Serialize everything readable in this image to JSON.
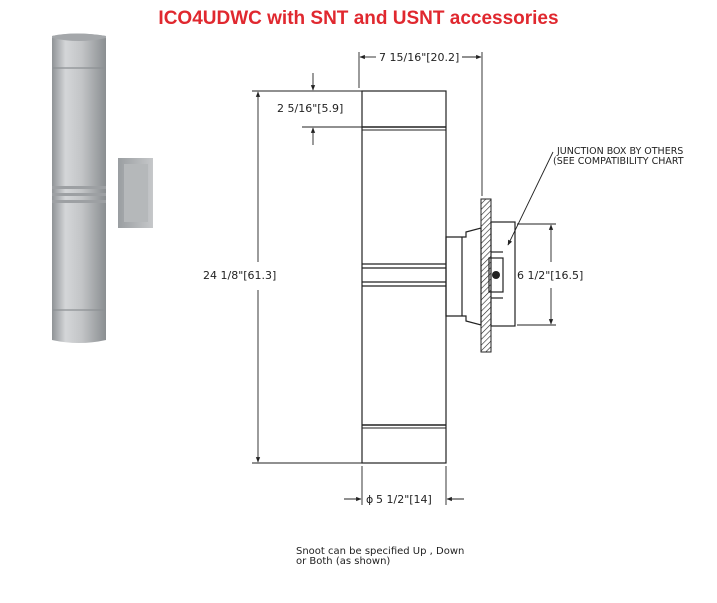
{
  "title": "ICO4UDWC with SNT and USNT accessories",
  "dimensions": {
    "top_width": "7 15/16\"[20.2]",
    "snoot_height": "2 5/16\"[5.9]",
    "overall_height": "24 1/8\"[61.3]",
    "plate_height": "6 1/2\"[16.5]",
    "diameter": "5 1/2\"[14]",
    "diameter_symbol": "ϕ"
  },
  "note": {
    "line1": "JUNCTION BOX BY OTHERS",
    "line2": "(SEE COMPATIBILITY CHART"
  },
  "caption": {
    "line1": "Snoot can be specified Up , Down",
    "line2": "or Both (as shown)"
  },
  "colors": {
    "title": "#e0282f",
    "line": "#222222",
    "fixture_metal": "#b9bcbe"
  }
}
